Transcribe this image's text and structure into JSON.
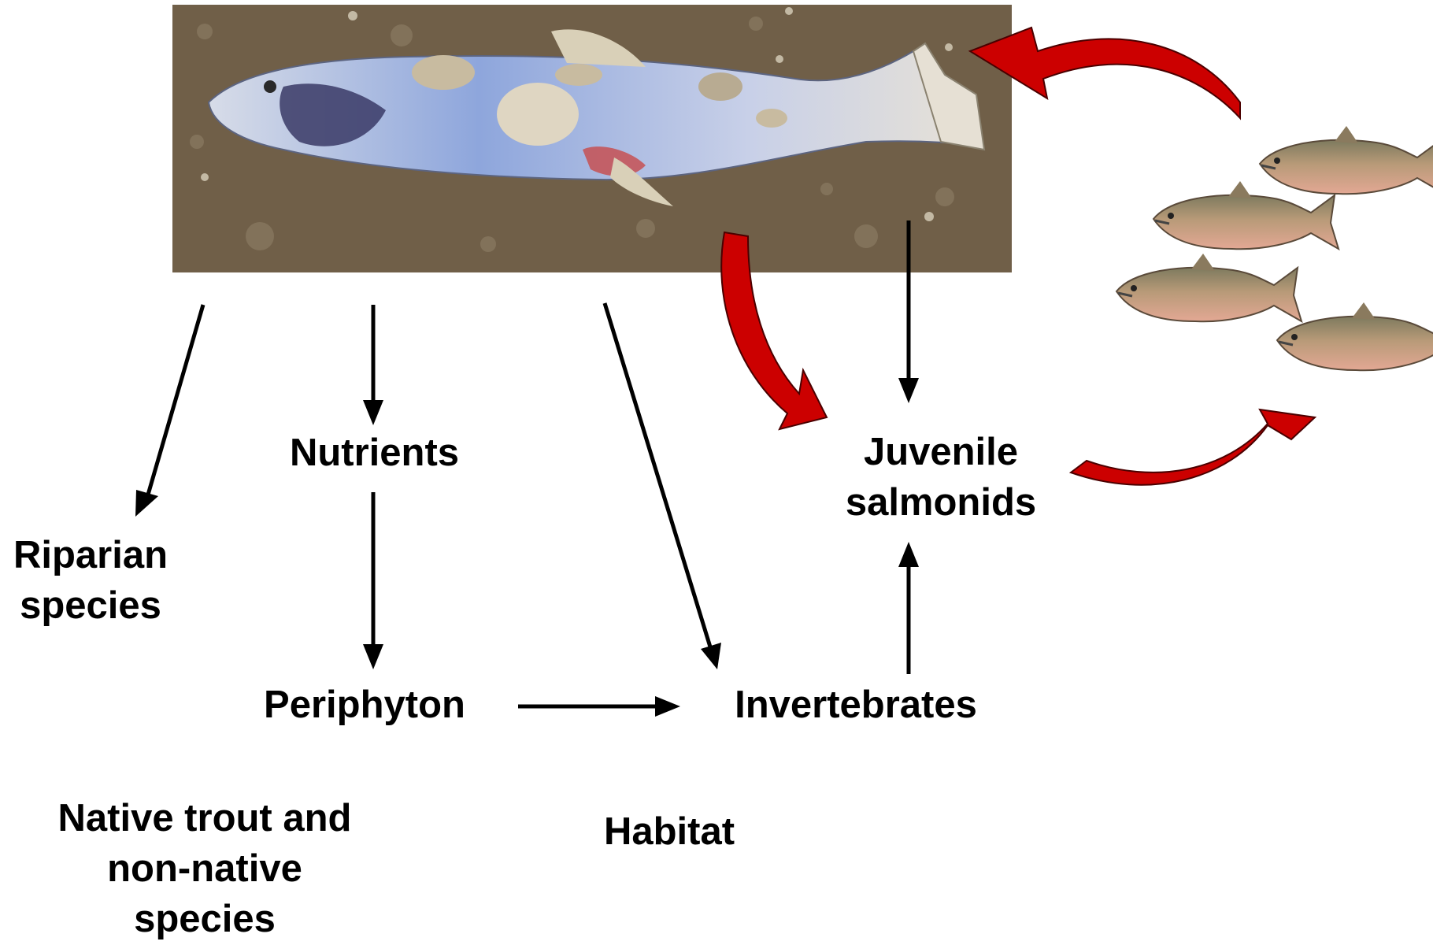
{
  "labels": {
    "nutrients": "Nutrients",
    "riparian": [
      "Riparian",
      "species"
    ],
    "periphyton": "Periphyton",
    "invertebrates": "Invertebrates",
    "juvenile": [
      "Juvenile",
      "salmonids"
    ],
    "native": [
      "Native trout and",
      "non-native",
      "species"
    ],
    "habitat": "Habitat"
  },
  "colors": {
    "arrow": "#000000",
    "cycle_arrow": "#cc0000",
    "cycle_arrow_outline": "#4a0000",
    "stream_bed": "#6b5a44",
    "carcass": "#a9b7d6",
    "salmon_body": "#b89a78",
    "salmon_belly": "#d59a86"
  },
  "icons": {
    "carcass_photo": "dead-salmon-carcass-photo",
    "adult_salmon": "spawning-salmon-icon"
  }
}
